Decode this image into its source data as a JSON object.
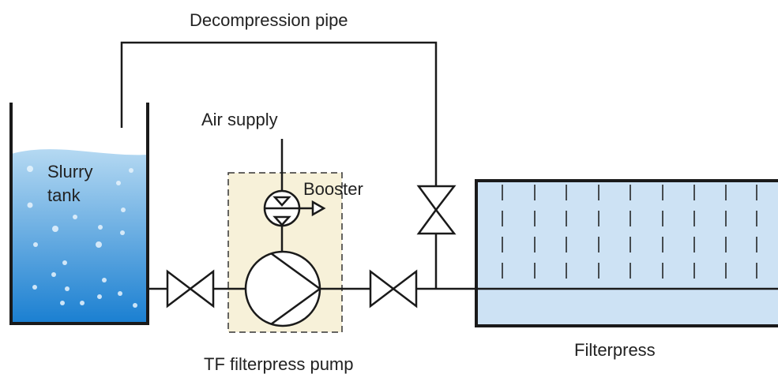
{
  "labels": {
    "decompression_pipe": "Decompression pipe",
    "air_supply": "Air supply",
    "booster": "Booster",
    "slurry_tank_line1": "Slurry",
    "slurry_tank_line2": "tank",
    "filterpress": "Filterpress",
    "pump": "TF filterpress pump"
  },
  "colors": {
    "line": "#1a1a1a",
    "tank_top": "#b5d9f2",
    "tank_bottom": "#1a7fd1",
    "pump_box": "#f7f1d9",
    "filterpress_fill": "#cde2f4",
    "bubble": "#e8f4fd"
  },
  "icons": [
    "valve-icon",
    "pump-icon",
    "booster-icon",
    "bubble-icon"
  ]
}
